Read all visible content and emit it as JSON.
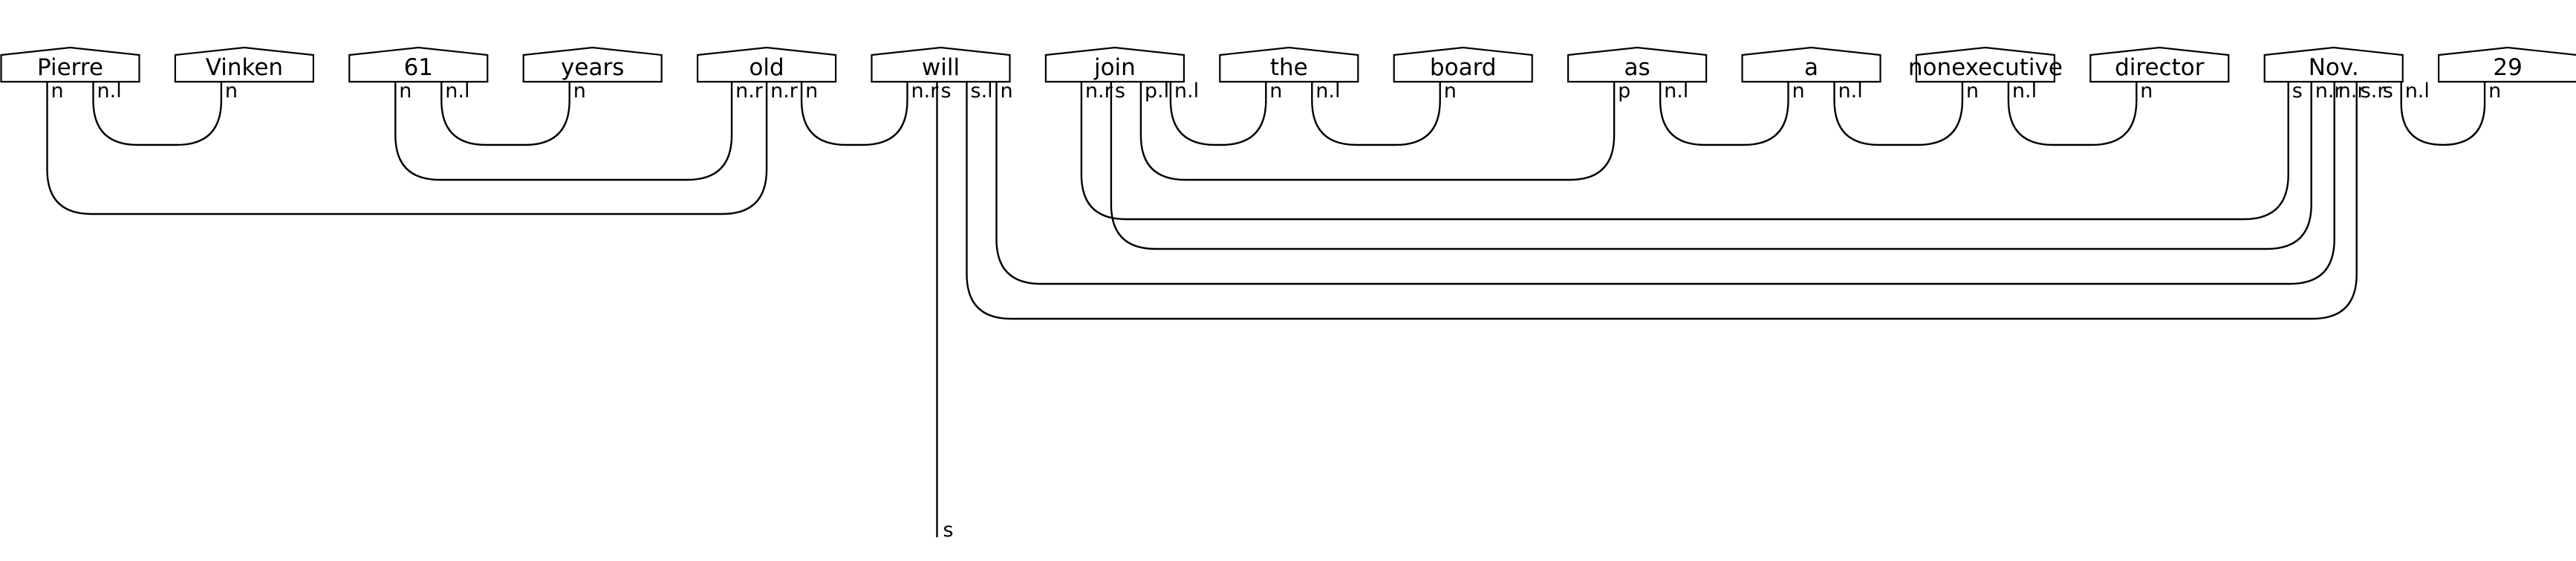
{
  "diagram": {
    "words": [
      {
        "text": "Pierre",
        "ports": [
          "n",
          "n.l"
        ]
      },
      {
        "text": "Vinken",
        "ports": [
          "n"
        ]
      },
      {
        "text": "61",
        "ports": [
          "n",
          "n.l"
        ]
      },
      {
        "text": "years",
        "ports": [
          "n"
        ]
      },
      {
        "text": "old",
        "ports": [
          "n.r",
          "n.r",
          "n"
        ]
      },
      {
        "text": "will",
        "ports": [
          "n.r",
          "s",
          "s.l",
          "n"
        ]
      },
      {
        "text": "join",
        "ports": [
          "n.r",
          "s",
          "p.l",
          "n.l"
        ]
      },
      {
        "text": "the",
        "ports": [
          "n",
          "n.l"
        ]
      },
      {
        "text": "board",
        "ports": [
          "n"
        ]
      },
      {
        "text": "as",
        "ports": [
          "p",
          "n.l"
        ]
      },
      {
        "text": "a",
        "ports": [
          "n",
          "n.l"
        ]
      },
      {
        "text": "nonexecutive",
        "ports": [
          "n",
          "n.l"
        ]
      },
      {
        "text": "director",
        "ports": [
          "n"
        ]
      },
      {
        "text": "Nov.",
        "ports": [
          "s",
          "n.r",
          "n.r",
          "s.r",
          "s",
          "n.l"
        ]
      },
      {
        "text": "29",
        "ports": [
          "n"
        ]
      }
    ],
    "cups": [
      {
        "a": [
          0,
          1
        ],
        "b": [
          1,
          0
        ]
      },
      {
        "a": [
          2,
          1
        ],
        "b": [
          3,
          0
        ]
      },
      {
        "a": [
          2,
          0
        ],
        "b": [
          4,
          0
        ]
      },
      {
        "a": [
          0,
          0
        ],
        "b": [
          4,
          1
        ]
      },
      {
        "a": [
          4,
          2
        ],
        "b": [
          5,
          0
        ]
      },
      {
        "a": [
          6,
          3
        ],
        "b": [
          7,
          0
        ]
      },
      {
        "a": [
          7,
          1
        ],
        "b": [
          8,
          0
        ]
      },
      {
        "a": [
          6,
          2
        ],
        "b": [
          9,
          0
        ]
      },
      {
        "a": [
          9,
          1
        ],
        "b": [
          10,
          0
        ]
      },
      {
        "a": [
          10,
          1
        ],
        "b": [
          11,
          0
        ]
      },
      {
        "a": [
          11,
          1
        ],
        "b": [
          12,
          0
        ]
      },
      {
        "a": [
          13,
          5
        ],
        "b": [
          14,
          0
        ]
      },
      {
        "a": [
          6,
          0
        ],
        "b": [
          13,
          0
        ]
      },
      {
        "a": [
          6,
          1
        ],
        "b": [
          13,
          1
        ]
      },
      {
        "a": [
          5,
          3
        ],
        "b": [
          13,
          2
        ]
      },
      {
        "a": [
          5,
          2
        ],
        "b": [
          13,
          3
        ]
      }
    ],
    "output": {
      "word": 5,
      "port": 1,
      "label": "s"
    }
  }
}
